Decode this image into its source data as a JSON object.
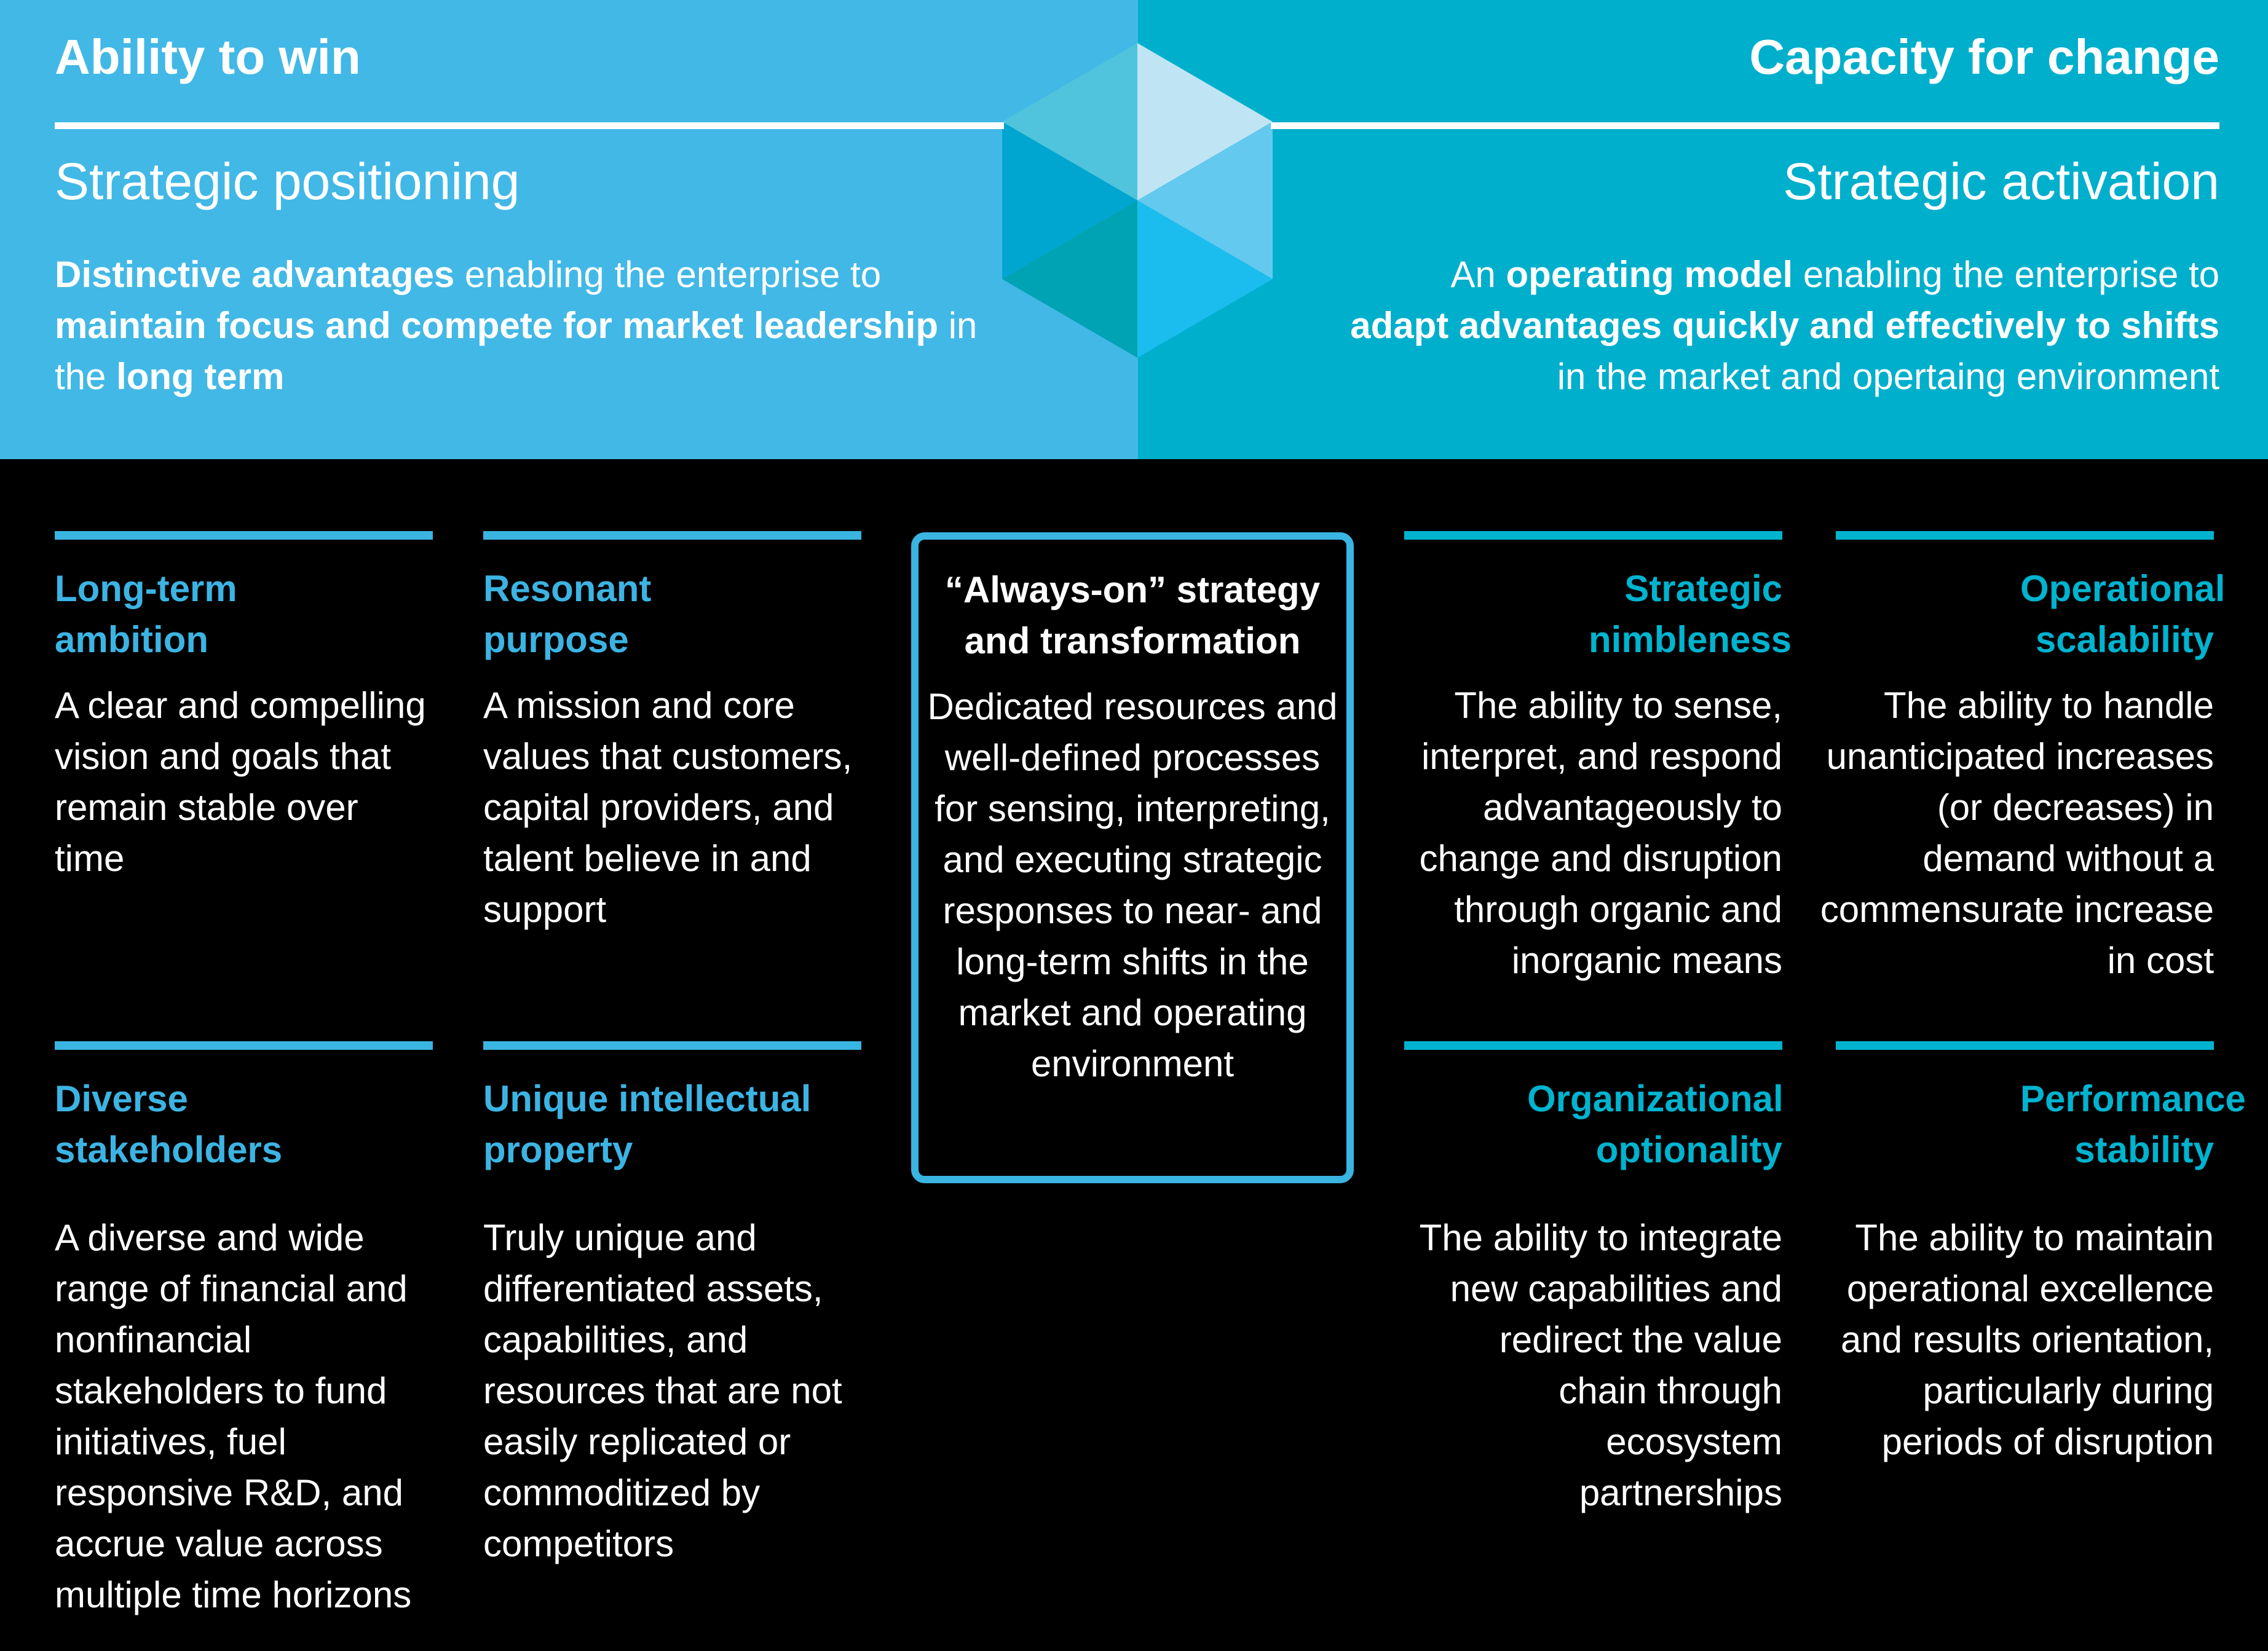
{
  "left_header": {
    "title": "Ability to win",
    "subtitle": "Strategic positioning",
    "desc_parts": [
      {
        "text": "Distinctive advantages",
        "bold": true
      },
      {
        "text": " enabling the enterprise to ",
        "bold": false
      },
      {
        "text": "maintain focus and compete for market leadership",
        "bold": true
      },
      {
        "text": " in the ",
        "bold": false
      },
      {
        "text": "long term",
        "bold": true
      }
    ]
  },
  "right_header": {
    "title": "Capacity for change",
    "subtitle": "Strategic activation",
    "desc_parts": [
      {
        "text": "An ",
        "bold": false
      },
      {
        "text": "operating model",
        "bold": true
      },
      {
        "text": " enabling the enterprise to ",
        "bold": false
      },
      {
        "text": "adapt advantages quickly and effectively to shifts",
        "bold": true
      },
      {
        "text": " in the market and opertaing environment",
        "bold": false
      }
    ]
  },
  "colors": {
    "left_band": "#42b8e6",
    "right_band": "#00afcc",
    "blue_accent": "#3cb4e3",
    "teal_accent": "#00b3cf",
    "background": "#000000"
  },
  "cards": {
    "long_term_ambition": {
      "title": "Long-term ambition",
      "desc": "A clear and compelling vision and goals that remain stable over time"
    },
    "resonant_purpose": {
      "title": "Resonant purpose",
      "desc": "A mission and core values that customers, capital providers, and talent believe in and support"
    },
    "diverse_stakeholders": {
      "title": "Diverse stakeholders",
      "desc": "A diverse and wide range of financial and nonfinancial stakeholders to fund initiatives, fuel responsive R&D, and accrue value across multiple time horizons"
    },
    "unique_ip": {
      "title": "Unique intellectual property",
      "desc": "Truly unique and differentiated assets, capabilities, and resources that are not easily replicated or commoditized by competitors"
    },
    "always_on": {
      "title": "“Always-on” strategy and transformation",
      "desc": "Dedicated resources and well-defined processes for sensing, interpreting, and executing strategic responses to near- and long-term shifts in the market and operating environment"
    },
    "strategic_nimbleness": {
      "title": "Strategic nimbleness",
      "desc": "The ability to sense, interpret, and respond advantageously to change and disruption through organic and inorganic means"
    },
    "operational_scalability": {
      "title": "Operational scalability",
      "desc": "The ability to handle unanticipated increases (or decreases) in demand without a commensurate increase in cost"
    },
    "organizational_optionality": {
      "title": "Organizational optionality",
      "desc": "The ability to integrate new capabilities and redirect the value chain through ecosystem partnerships"
    },
    "performance_stability": {
      "title": "Performance stability",
      "desc": "The ability to maintain operational excellence and results orientation, particularly during periods of disruption"
    }
  }
}
